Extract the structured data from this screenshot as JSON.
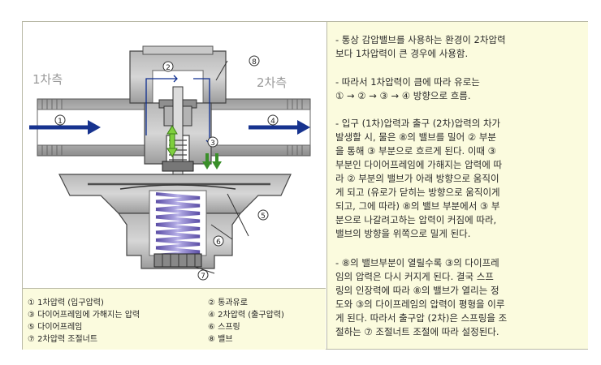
{
  "diagram": {
    "side_inlet": "1차측",
    "side_outlet": "2차측",
    "callouts": [
      "①",
      "②",
      "③",
      "④",
      "⑤",
      "⑥",
      "⑦",
      "⑧"
    ]
  },
  "legend": [
    {
      "text": "① 1차압력 (입구압력)"
    },
    {
      "text": "② 통과유로"
    },
    {
      "text": "③ 다이어프레임에 가해지는 압력"
    },
    {
      "text": "④ 2차압력 (출구압력)"
    },
    {
      "text": "⑤ 다이어프레임"
    },
    {
      "text": "⑥ 스프링"
    },
    {
      "text": "⑦ 2차압력 조절너트"
    },
    {
      "text": "⑧ 밸브"
    }
  ],
  "description": [
    [
      "- 통상 감압밸브를 사용하는 환경이 2차압력",
      "  보다 1차압력이 큰 경우에 사용함."
    ],
    [
      "- 따라서 1차압력이 큼에 따라 유로는",
      "  ① → ② → ③ → ④ 방향으로 흐름."
    ],
    [
      "-  입구 (1차)압력과 출구 (2차)압력의 차가",
      "  발생할 시, 물은 ⑧의 밸브를 밀어 ② 부분",
      "  을 통해 ③ 부분으로 흐르게 된다. 이때 ③",
      "  부분인 다이어프레임에 가해지는 압력에 따",
      "  라 ② 부분의 밸브가 아래 방향으로 움직이",
      "  게 되고 (유로가 닫히는 방향으로 움직이게",
      "  되고, 그에 따라) ⑧의 밸브 부분에서 ③ 부",
      "  분으로 나갈려고하는 압력이 커짐에 따라,",
      "  밸브의 방향을 위쪽으로 밀게 된다."
    ],
    [
      "- ⑧의 밸브부분이 열릴수록 ③의 다이프레",
      "  임의 압력은 다시 커지게 된다. 결국 스프",
      "  링의 인장력에 따라 ⑧의 밸브가 열리는 정",
      "  도와 ③의 다이프레임의 압력이 평형을 이루",
      "  게 된다. 따라서 출구압 (2차)은 스프링을 조",
      "  절하는 ⑦ 조절너트 조절에 따라 설정된다."
    ]
  ]
}
